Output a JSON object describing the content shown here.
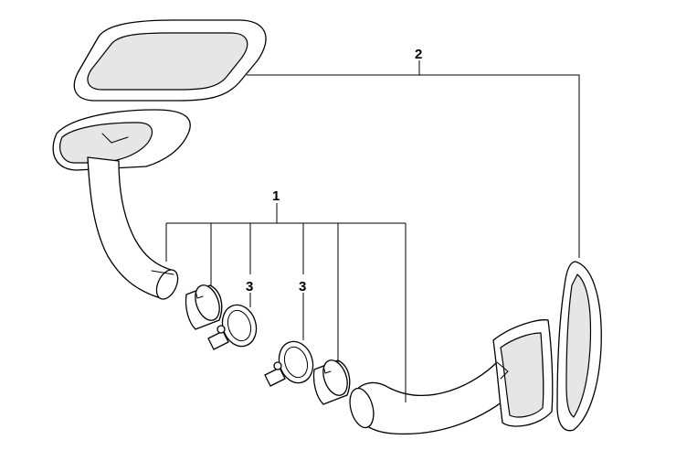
{
  "diagram": {
    "callouts": [
      {
        "id": "callout-1",
        "label": "1"
      },
      {
        "id": "callout-2",
        "label": "2"
      },
      {
        "id": "callout-3a",
        "label": "3"
      },
      {
        "id": "callout-3b",
        "label": "3"
      }
    ]
  }
}
